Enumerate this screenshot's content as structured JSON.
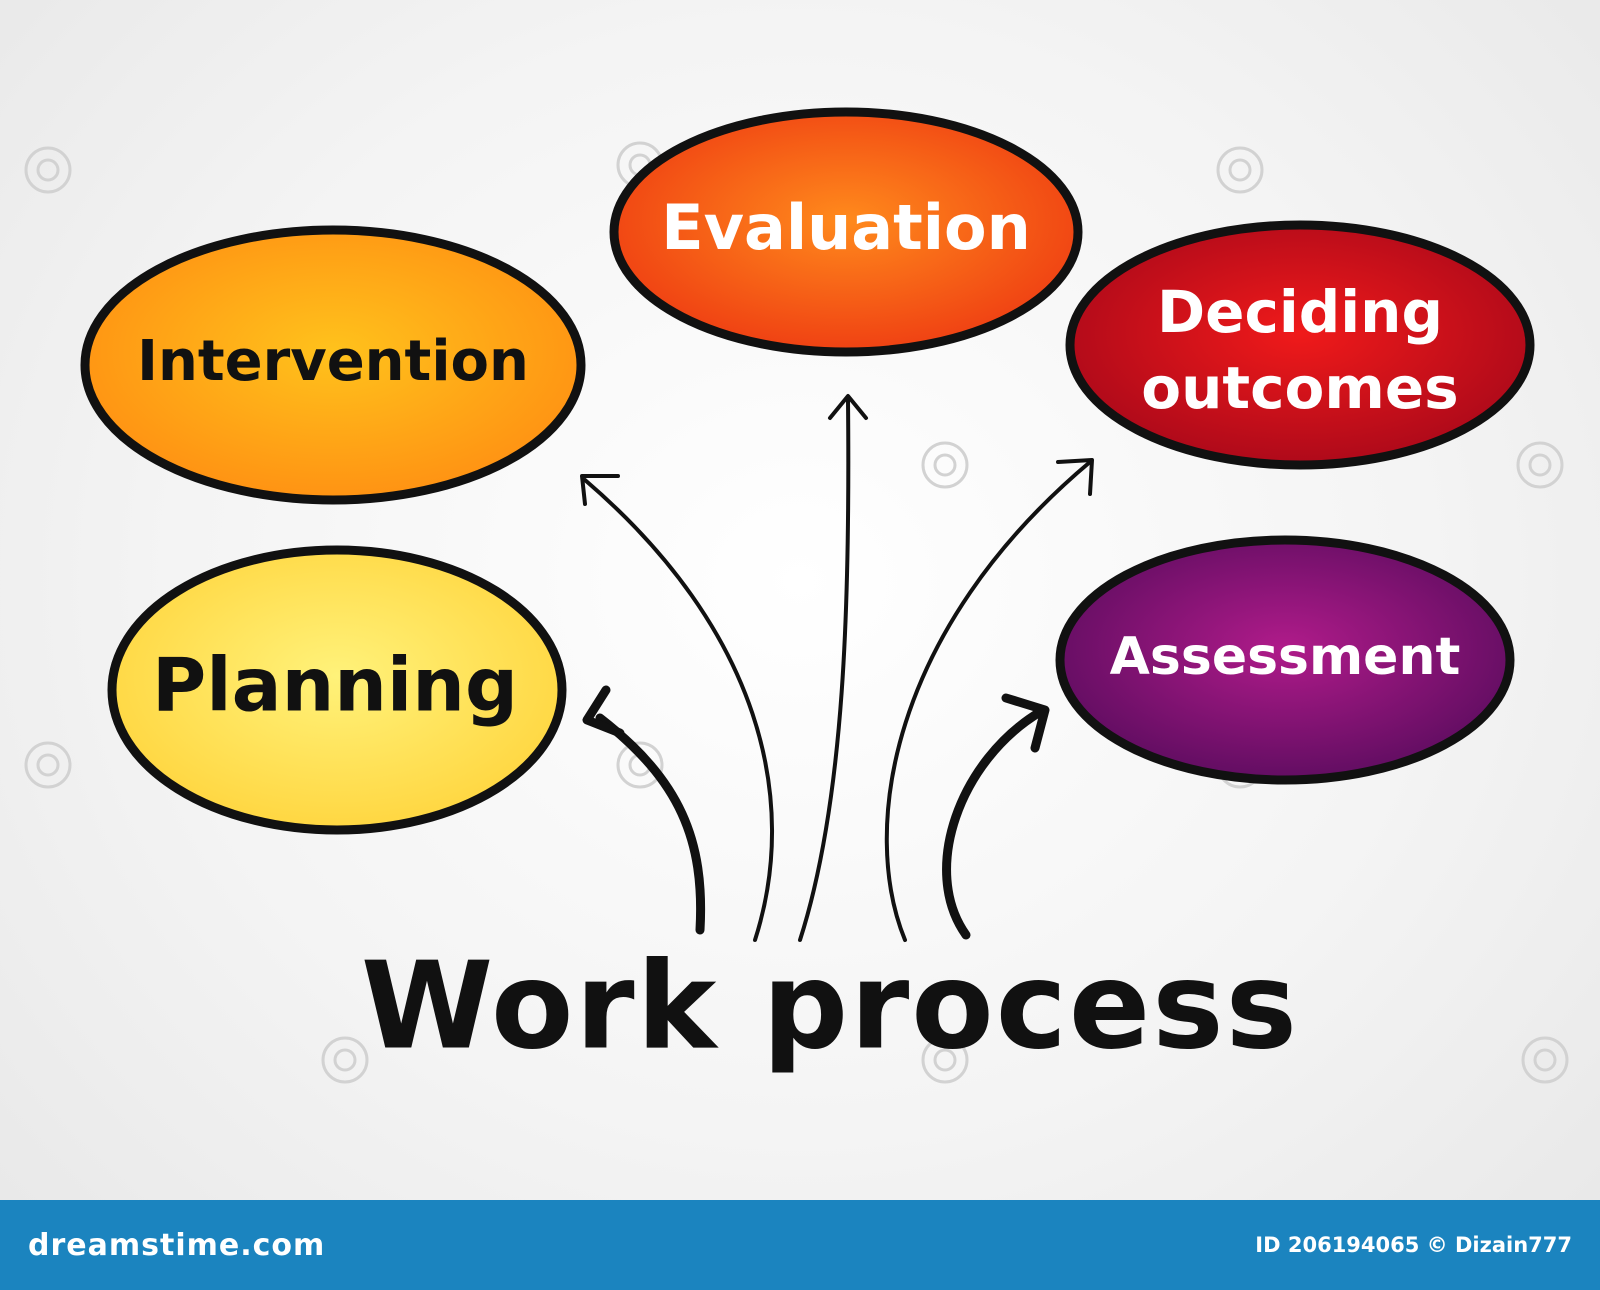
{
  "diagram": {
    "title": "Work process",
    "nodes": [
      {
        "id": "evaluation",
        "label": "Evaluation",
        "color": "#f2541c"
      },
      {
        "id": "intervention",
        "label": "Intervention",
        "color": "#ffa51a"
      },
      {
        "id": "deciding",
        "line1": "Deciding",
        "line2": "outcomes",
        "color": "#d10f1c"
      },
      {
        "id": "planning",
        "label": "Planning",
        "color": "#ffe45a"
      },
      {
        "id": "assessment",
        "label": "Assessment",
        "color": "#8d0f70"
      }
    ]
  },
  "footer": {
    "brand": "dreamstime.com",
    "credit": "ID 206194065 © Dizain777",
    "color": "#1b84bf"
  }
}
